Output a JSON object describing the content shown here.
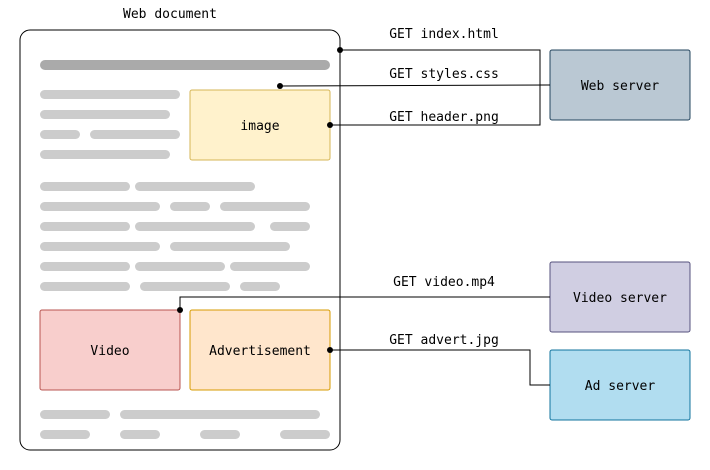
{
  "document": {
    "title": "Web document"
  },
  "blocks": {
    "image": "image",
    "video": "Video",
    "advertisement": "Advertisement"
  },
  "servers": {
    "web": "Web server",
    "video": "Video server",
    "ad": "Ad server"
  },
  "requests": [
    {
      "label": "GET index.html"
    },
    {
      "label": "GET styles.css"
    },
    {
      "label": "GET header.png"
    },
    {
      "label": "GET video.mp4"
    },
    {
      "label": "GET advert.jpg"
    }
  ],
  "colors": {
    "image_fill": "#fff2cc",
    "image_stroke": "#d6b656",
    "video_fill": "#f8cecc",
    "video_stroke": "#b85450",
    "ad_block_fill": "#ffe6cc",
    "ad_block_stroke": "#d79b00",
    "web_server_fill": "#bac8d3",
    "web_server_stroke": "#23445d",
    "video_server_fill": "#d0cee2",
    "video_server_stroke": "#56517e",
    "ad_server_fill": "#b1ddf0",
    "ad_server_stroke": "#10739e"
  }
}
